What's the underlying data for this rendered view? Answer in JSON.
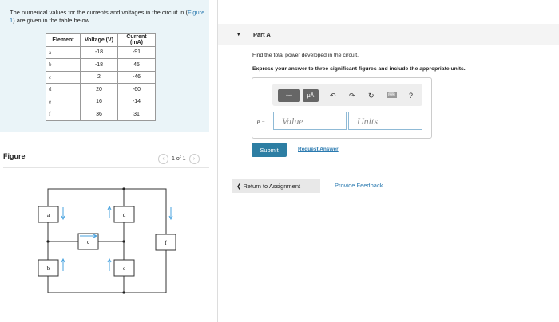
{
  "intro": {
    "text_before": "The numerical values for the currents and voltages in the circuit in (",
    "figure_link": "Figure 1",
    "text_after": ") are given in the table below."
  },
  "table": {
    "headers": [
      "Element",
      "Voltage (V)",
      "Current (mA)"
    ],
    "rows": [
      [
        "a",
        "-18",
        "-91"
      ],
      [
        "b",
        "-18",
        "45"
      ],
      [
        "c",
        "2",
        "-46"
      ],
      [
        "d",
        "20",
        "-60"
      ],
      [
        "e",
        "16",
        "-14"
      ],
      [
        "f",
        "36",
        "31"
      ]
    ]
  },
  "figure": {
    "title": "Figure",
    "pager": "1 of 1",
    "elements": [
      "a",
      "b",
      "c",
      "d",
      "e",
      "f"
    ]
  },
  "part": {
    "title": "Part A",
    "question": "Find the total power developed in the circuit.",
    "instruction": "Express your answer to three significant figures and include the appropriate units.",
    "var_label": "p =",
    "value_placeholder": "Value",
    "units_placeholder": "Units",
    "units_btn": "μÅ",
    "help": "?",
    "submit": "Submit",
    "request_answer": "Request Answer"
  },
  "footer": {
    "return": "❮ Return to Assignment",
    "feedback": "Provide Feedback"
  },
  "colors": {
    "accent": "#2d7ea3",
    "link": "#2a7ab0",
    "circuit_label": "#4aa3df"
  }
}
